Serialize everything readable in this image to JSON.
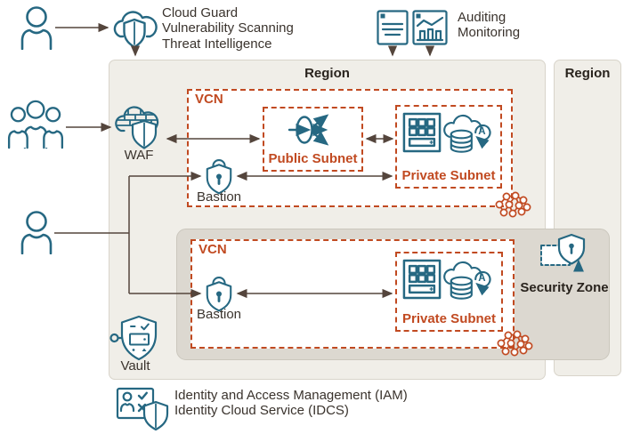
{
  "colors": {
    "teal": "#266882",
    "orange": "#c14a21",
    "line": "#54453c",
    "region_fill": "#f0eee8",
    "security_zone_fill": "#dcd8d0",
    "text": "#3a332d"
  },
  "annotations": {
    "cloud_guard": "Cloud Guard",
    "vulnerability_scanning": "Vulnerability Scanning",
    "threat_intelligence": "Threat Intelligence",
    "auditing": "Auditing",
    "monitoring": "Monitoring",
    "iam": "Identity and Access Management (IAM)",
    "idcs": "Identity Cloud Service (IDCS)"
  },
  "regions": {
    "main": "Region",
    "right": "Region"
  },
  "nodes": {
    "vcn1": "VCN",
    "vcn2": "VCN",
    "public_subnet": "Public Subnet",
    "private_subnet1": "Private Subnet",
    "private_subnet2": "Private Subnet",
    "waf": "WAF",
    "bastion1": "Bastion",
    "bastion2": "Bastion",
    "vault": "Vault",
    "security_zone": "Security Zone"
  },
  "icons": [
    "user-icon",
    "users-group-icon",
    "cloud-guard-icon",
    "audit-log-icon",
    "monitoring-icon",
    "waf-icon",
    "load-balancer-icon",
    "compute-instances-icon",
    "autonomous-database-icon",
    "bastion-icon",
    "vault-icon",
    "security-zone-icon",
    "iam-icon",
    "oci-honeycomb-icon"
  ]
}
